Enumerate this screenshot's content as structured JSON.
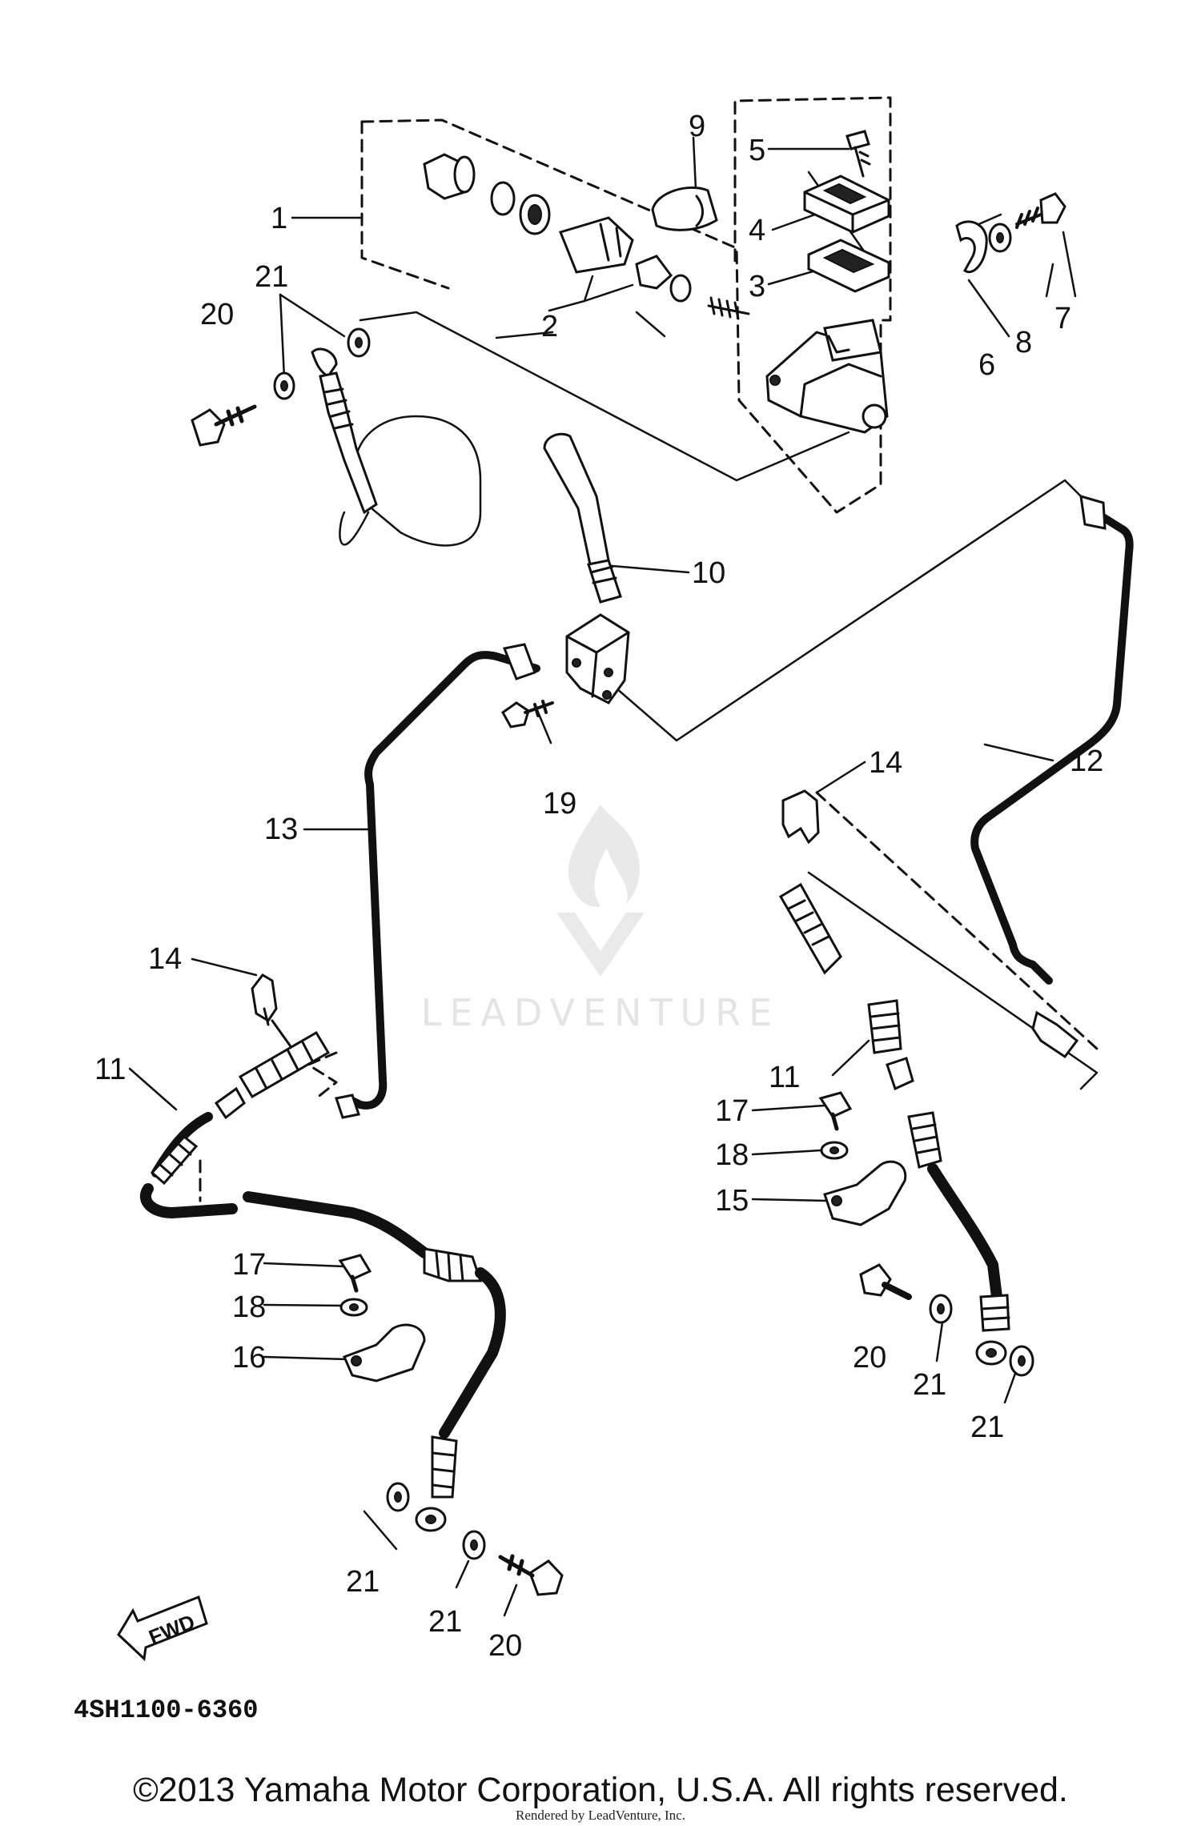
{
  "diagram": {
    "callouts": {
      "c1": "1",
      "c2": "2",
      "c3": "3",
      "c4": "4",
      "c5": "5",
      "c6": "6",
      "c7": "7",
      "c8": "8",
      "c9": "9",
      "c10": "10",
      "c11a": "11",
      "c11b": "11",
      "c12": "12",
      "c13": "13",
      "c14a": "14",
      "c14b": "14",
      "c15": "15",
      "c16": "16",
      "c17a": "17",
      "c17b": "17",
      "c18a": "18",
      "c18b": "18",
      "c19": "19",
      "c20a": "20",
      "c20b": "20",
      "c20c": "20",
      "c21a": "21",
      "c21b": "21",
      "c21c": "21",
      "c21d": "21",
      "c21e": "21"
    },
    "fwd_label": "FWD",
    "diagram_code": "4SH1100-6360"
  },
  "watermark": {
    "text": "LEADVENTURE"
  },
  "footer": {
    "copyright": "©2013 Yamaha Motor Corporation, U.S.A. All rights reserved.",
    "rendered_by": "Rendered by LeadVenture, Inc."
  }
}
